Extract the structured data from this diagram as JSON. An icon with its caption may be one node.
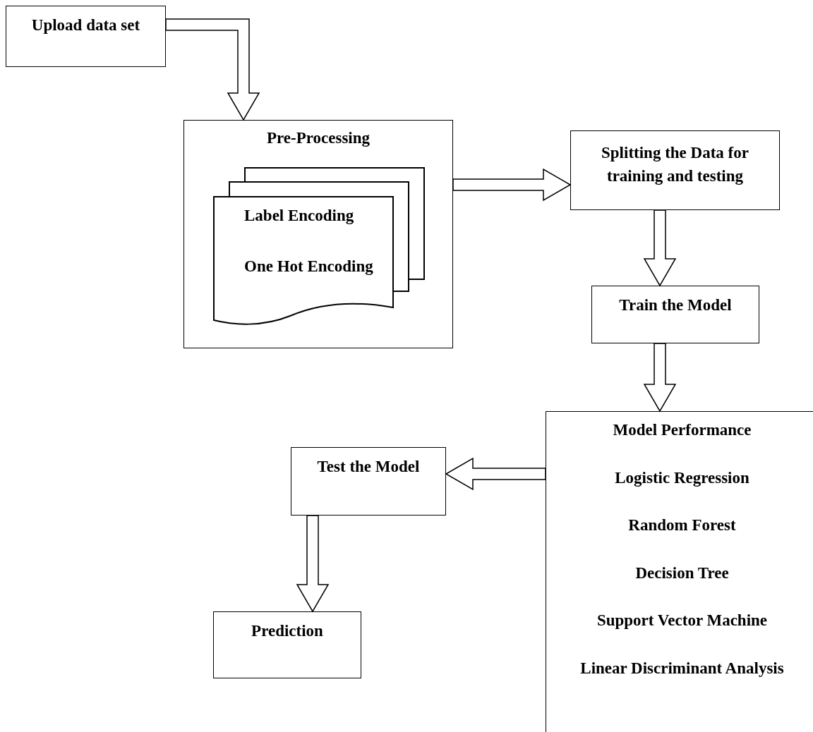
{
  "diagram": {
    "nodes": [
      {
        "text": [
          "Upload data set"
        ]
      },
      {
        "text": [
          "Pre-Processing"
        ]
      },
      {
        "text": [
          "Label Encoding",
          "One Hot Encoding"
        ],
        "in": 1
      },
      {
        "text": [
          "Splitting the Data for training and testing"
        ]
      },
      {
        "text": [
          "Train the Model"
        ]
      },
      {
        "text": [
          "Model Performance",
          "Logistic Regression",
          "Random Forest",
          "Decision Tree",
          "Support Vector Machine",
          "Linear Discriminant Analysis"
        ]
      },
      {
        "text": [
          "Test the Model"
        ]
      },
      {
        "text": [
          "Prediction"
        ]
      }
    ],
    "edges": [
      {
        "from": 0,
        "to": 1,
        "arrow": "to",
        "style": "thick"
      },
      {
        "from": 1,
        "to": 3,
        "arrow": "to",
        "style": "thick"
      },
      {
        "from": 3,
        "to": 4,
        "arrow": "to",
        "style": "thick"
      },
      {
        "from": 4,
        "to": 5,
        "arrow": "to",
        "style": "thick"
      },
      {
        "from": 5,
        "to": 6,
        "arrow": "to",
        "style": "thick"
      },
      {
        "from": 6,
        "to": 7,
        "arrow": "to",
        "style": "thick"
      }
    ]
  }
}
